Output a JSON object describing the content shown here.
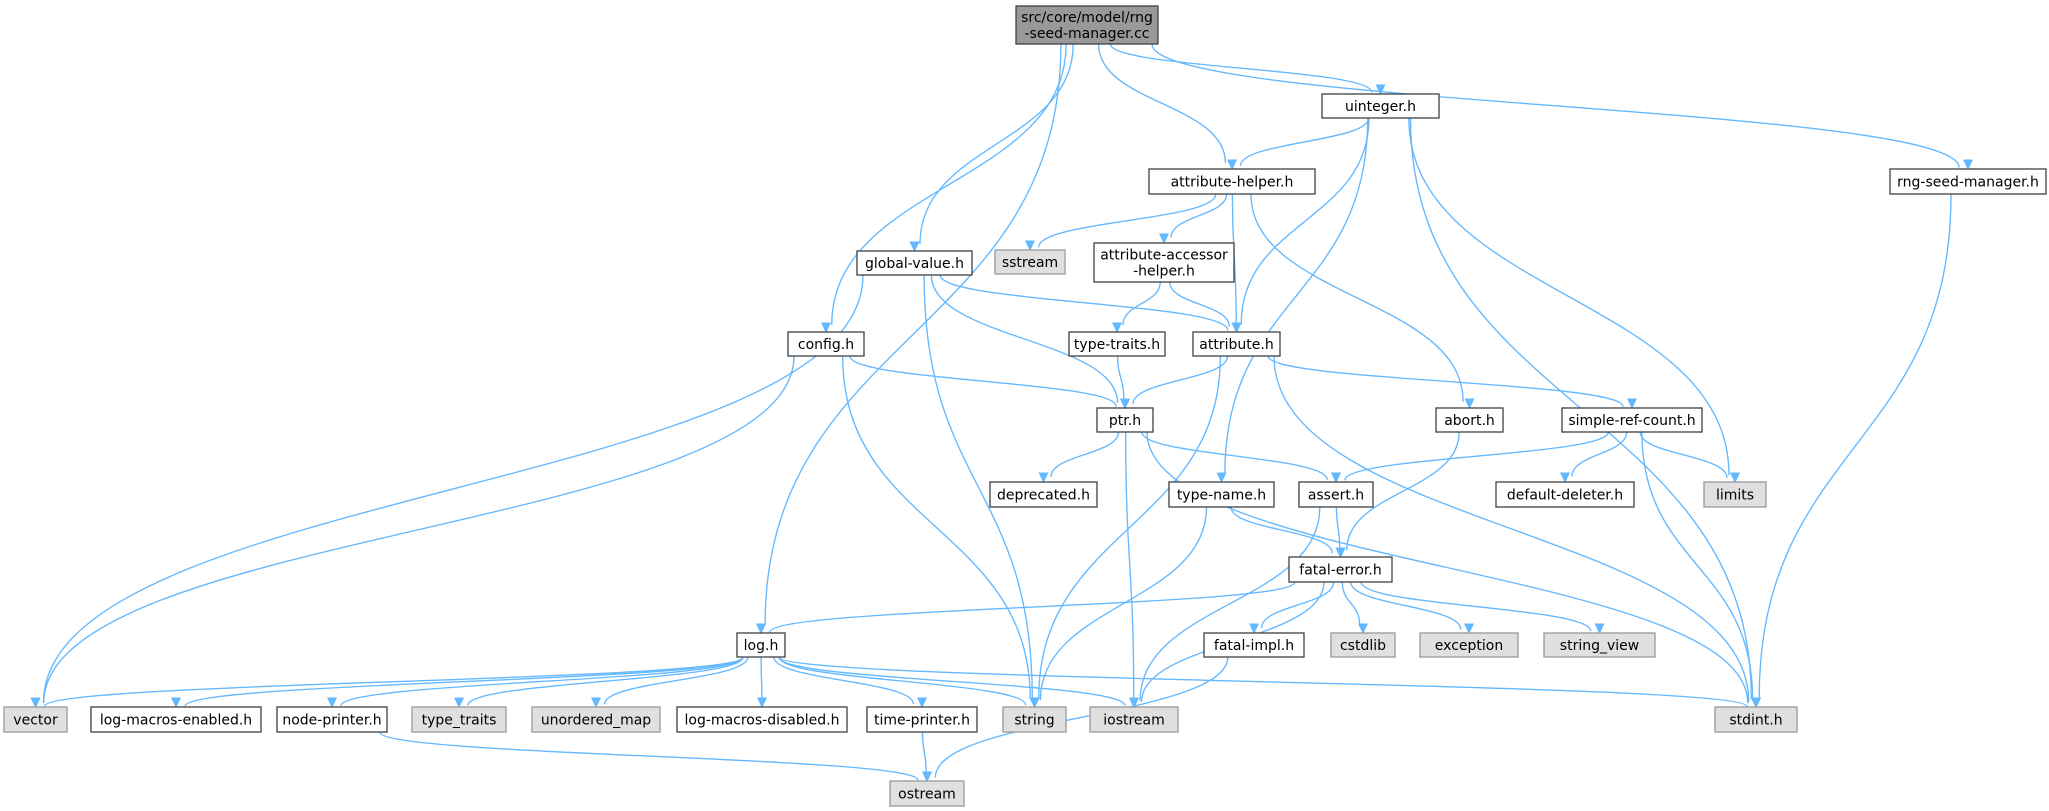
{
  "colors": {
    "root_fill": "#999999",
    "file_fill": "#ffffff",
    "system_fill": "#e0e0e0",
    "border_dark": "#404040",
    "border_system": "#999999",
    "edge": "#63b8ff"
  },
  "diagram": {
    "nodes": [
      {
        "id": "root",
        "kind": "root",
        "lines": [
          "src/core/model/rng",
          "-seed-manager.cc"
        ]
      },
      {
        "id": "uinteger",
        "kind": "file",
        "lines": [
          "uinteger.h"
        ]
      },
      {
        "id": "attribute_helper",
        "kind": "file",
        "lines": [
          "attribute-helper.h"
        ]
      },
      {
        "id": "rng_seed_manager",
        "kind": "file",
        "lines": [
          "rng-seed-manager.h"
        ]
      },
      {
        "id": "sstream",
        "kind": "system",
        "lines": [
          "sstream"
        ]
      },
      {
        "id": "attribute_accessor_helper",
        "kind": "file",
        "lines": [
          "attribute-accessor",
          "-helper.h"
        ]
      },
      {
        "id": "global_value",
        "kind": "file",
        "lines": [
          "global-value.h"
        ]
      },
      {
        "id": "config",
        "kind": "file",
        "lines": [
          "config.h"
        ]
      },
      {
        "id": "type_traits_h",
        "kind": "file",
        "lines": [
          "type-traits.h"
        ]
      },
      {
        "id": "attribute",
        "kind": "file",
        "lines": [
          "attribute.h"
        ]
      },
      {
        "id": "ptr",
        "kind": "file",
        "lines": [
          "ptr.h"
        ]
      },
      {
        "id": "abort",
        "kind": "file",
        "lines": [
          "abort.h"
        ]
      },
      {
        "id": "simple_ref_count",
        "kind": "file",
        "lines": [
          "simple-ref-count.h"
        ]
      },
      {
        "id": "deprecated",
        "kind": "file",
        "lines": [
          "deprecated.h"
        ]
      },
      {
        "id": "type_name",
        "kind": "file",
        "lines": [
          "type-name.h"
        ]
      },
      {
        "id": "assert",
        "kind": "file",
        "lines": [
          "assert.h"
        ]
      },
      {
        "id": "default_deleter",
        "kind": "file",
        "lines": [
          "default-deleter.h"
        ]
      },
      {
        "id": "limits",
        "kind": "system",
        "lines": [
          "limits"
        ]
      },
      {
        "id": "fatal_error",
        "kind": "file",
        "lines": [
          "fatal-error.h"
        ]
      },
      {
        "id": "log",
        "kind": "file",
        "lines": [
          "log.h"
        ]
      },
      {
        "id": "fatal_impl",
        "kind": "file",
        "lines": [
          "fatal-impl.h"
        ]
      },
      {
        "id": "cstdlib",
        "kind": "system",
        "lines": [
          "cstdlib"
        ]
      },
      {
        "id": "exception",
        "kind": "system",
        "lines": [
          "exception"
        ]
      },
      {
        "id": "string_view",
        "kind": "system",
        "lines": [
          "string_view"
        ]
      },
      {
        "id": "vector",
        "kind": "system",
        "lines": [
          "vector"
        ]
      },
      {
        "id": "log_macros_enabled",
        "kind": "file",
        "lines": [
          "log-macros-enabled.h"
        ]
      },
      {
        "id": "node_printer",
        "kind": "file",
        "lines": [
          "node-printer.h"
        ]
      },
      {
        "id": "type_traits",
        "kind": "system",
        "lines": [
          "type_traits"
        ]
      },
      {
        "id": "unordered_map",
        "kind": "system",
        "lines": [
          "unordered_map"
        ]
      },
      {
        "id": "log_macros_disabled",
        "kind": "file",
        "lines": [
          "log-macros-disabled.h"
        ]
      },
      {
        "id": "time_printer",
        "kind": "file",
        "lines": [
          "time-printer.h"
        ]
      },
      {
        "id": "string",
        "kind": "system",
        "lines": [
          "string"
        ]
      },
      {
        "id": "iostream",
        "kind": "system",
        "lines": [
          "iostream"
        ]
      },
      {
        "id": "stdint",
        "kind": "system",
        "lines": [
          "stdint.h"
        ]
      },
      {
        "id": "ostream",
        "kind": "system",
        "lines": [
          "ostream"
        ]
      }
    ],
    "edges": [
      [
        "root",
        "uinteger"
      ],
      [
        "root",
        "attribute_helper"
      ],
      [
        "root",
        "rng_seed_manager"
      ],
      [
        "root",
        "global_value"
      ],
      [
        "root",
        "config"
      ],
      [
        "root",
        "log"
      ],
      [
        "uinteger",
        "attribute_helper"
      ],
      [
        "uinteger",
        "attribute"
      ],
      [
        "uinteger",
        "type_name"
      ],
      [
        "uinteger",
        "limits"
      ],
      [
        "uinteger",
        "stdint"
      ],
      [
        "rng_seed_manager",
        "stdint"
      ],
      [
        "attribute_helper",
        "sstream"
      ],
      [
        "attribute_helper",
        "attribute_accessor_helper"
      ],
      [
        "attribute_helper",
        "attribute"
      ],
      [
        "attribute_helper",
        "abort"
      ],
      [
        "attribute_accessor_helper",
        "type_traits_h"
      ],
      [
        "attribute_accessor_helper",
        "attribute"
      ],
      [
        "global_value",
        "attribute"
      ],
      [
        "global_value",
        "ptr"
      ],
      [
        "global_value",
        "string"
      ],
      [
        "global_value",
        "vector"
      ],
      [
        "config",
        "ptr"
      ],
      [
        "config",
        "string"
      ],
      [
        "config",
        "vector"
      ],
      [
        "type_traits_h",
        "ptr"
      ],
      [
        "attribute",
        "ptr"
      ],
      [
        "attribute",
        "simple_ref_count"
      ],
      [
        "attribute",
        "string"
      ],
      [
        "attribute",
        "stdint"
      ],
      [
        "ptr",
        "deprecated"
      ],
      [
        "ptr",
        "assert"
      ],
      [
        "ptr",
        "iostream"
      ],
      [
        "ptr",
        "stdint"
      ],
      [
        "abort",
        "fatal_error"
      ],
      [
        "simple_ref_count",
        "assert"
      ],
      [
        "simple_ref_count",
        "default_deleter"
      ],
      [
        "simple_ref_count",
        "limits"
      ],
      [
        "simple_ref_count",
        "stdint"
      ],
      [
        "type_name",
        "fatal_error"
      ],
      [
        "type_name",
        "string"
      ],
      [
        "assert",
        "fatal_error"
      ],
      [
        "assert",
        "iostream"
      ],
      [
        "fatal_error",
        "log"
      ],
      [
        "fatal_error",
        "fatal_impl"
      ],
      [
        "fatal_error",
        "cstdlib"
      ],
      [
        "fatal_error",
        "exception"
      ],
      [
        "fatal_error",
        "string_view"
      ],
      [
        "fatal_error",
        "iostream"
      ],
      [
        "log",
        "vector"
      ],
      [
        "log",
        "log_macros_enabled"
      ],
      [
        "log",
        "node_printer"
      ],
      [
        "log",
        "type_traits"
      ],
      [
        "log",
        "unordered_map"
      ],
      [
        "log",
        "log_macros_disabled"
      ],
      [
        "log",
        "time_printer"
      ],
      [
        "log",
        "string"
      ],
      [
        "log",
        "iostream"
      ],
      [
        "log",
        "stdint"
      ],
      [
        "fatal_impl",
        "ostream"
      ],
      [
        "node_printer",
        "ostream"
      ],
      [
        "time_printer",
        "ostream"
      ]
    ]
  }
}
